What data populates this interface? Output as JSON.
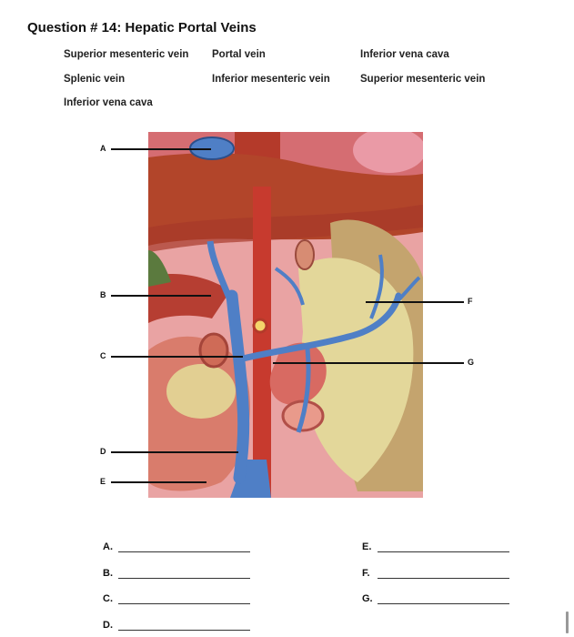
{
  "title": "Question # 14: Hepatic Portal Veins",
  "word_bank": [
    "Superior mesenteric vein",
    "Portal vein",
    "Inferior vena cava",
    "Splenic vein",
    "Inferior mesenteric vein",
    "Superior mesenteric vein",
    "Inferior vena cava"
  ],
  "figure_labels": {
    "a": "A",
    "b": "B",
    "c": "C",
    "d": "D",
    "e": "E",
    "f": "F",
    "g": "G"
  },
  "answers": {
    "a": "A.",
    "b": "B.",
    "c": "C.",
    "d": "D.",
    "e": "E.",
    "f": "F.",
    "g": "G."
  },
  "colors": {
    "vein": "#4f7fc6",
    "liver": "#b2452a",
    "pancreas": "#e3d79a",
    "stomach": "#d97c6c"
  }
}
